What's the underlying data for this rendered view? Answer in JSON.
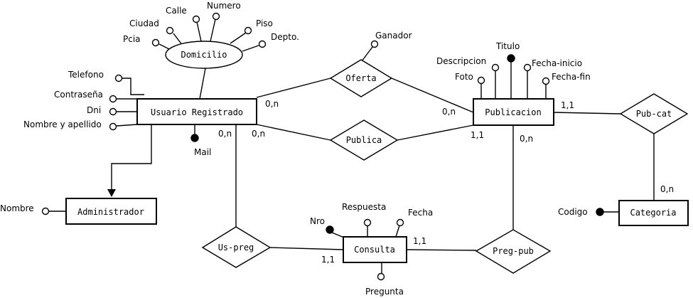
{
  "entities": {
    "usuario": "Usuario Registrado",
    "administrador": "Administrador",
    "publicacion": "Publicacion",
    "categoria": "Categoria",
    "consulta": "Consulta"
  },
  "relationships": {
    "oferta": "Oferta",
    "publica": "Publica",
    "pub_cat": "Pub-cat",
    "us_preg": "Us-preg",
    "preg_pub": "Preg-pub"
  },
  "composite": {
    "domicilio": "Domicilio"
  },
  "attributes": {
    "calle": "Calle",
    "numero": "Numero",
    "ciudad": "Ciudad",
    "piso": "Piso",
    "pcia": "Pcia",
    "depto": "Depto.",
    "telefono": "Telefono",
    "contrasena": "Contraseña",
    "dni": "Dni",
    "nombre_apellido": "Nombre y apellido",
    "mail": "Mail",
    "nombre_admin": "Nombre",
    "ganador": "Ganador",
    "titulo": "Titulo",
    "descripcion": "Descripcion",
    "fecha_inicio": "Fecha-inicio",
    "foto": "Foto",
    "fecha_fin": "Fecha-fin",
    "codigo": "Codigo",
    "respuesta": "Respuesta",
    "fecha": "Fecha",
    "nro": "Nro",
    "pregunta": "Pregunta"
  },
  "cardinalities": {
    "usuario_oferta": "0,n",
    "oferta_publicacion": "0,n",
    "usuario_publica": "0,n",
    "publica_publicacion": "1,1",
    "publicacion_pubcat": "1,1",
    "categoria_pubcat": "0,n",
    "publicacion_pregpub": "0,n",
    "consulta_pregpub": "1,1",
    "usuario_uspreg": "0,n",
    "consulta_uspreg": "1,1"
  }
}
